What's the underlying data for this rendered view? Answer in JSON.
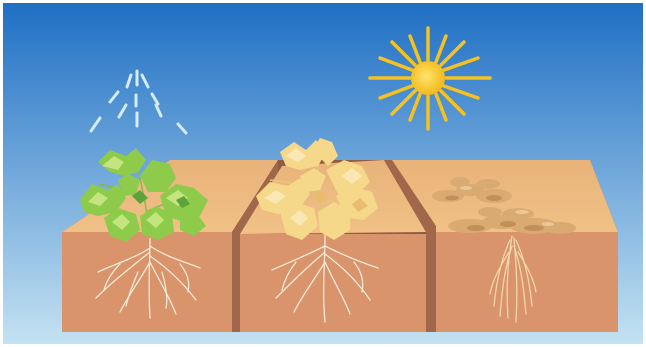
{
  "scene": {
    "colors": {
      "sky_top": "#1f6fc4",
      "sky_bottom": "#bcdcef",
      "soil_top": "#ecb97e",
      "soil_front": "#d9946c",
      "soil_side": "#a0674a",
      "gap": "#8e5b43",
      "leaf_green": "#8fcb4a",
      "leaf_yellow": "#f5d88a",
      "leaf_brown": "#d9aa72",
      "sun": "#f6c21f",
      "water": "#cfeaff",
      "root": "#f6ead8"
    },
    "icons": [
      "water-spray-icon",
      "sun-icon"
    ],
    "stages": [
      "healthy-green-plant",
      "yellowing-plant",
      "withered-dried-plant"
    ]
  }
}
